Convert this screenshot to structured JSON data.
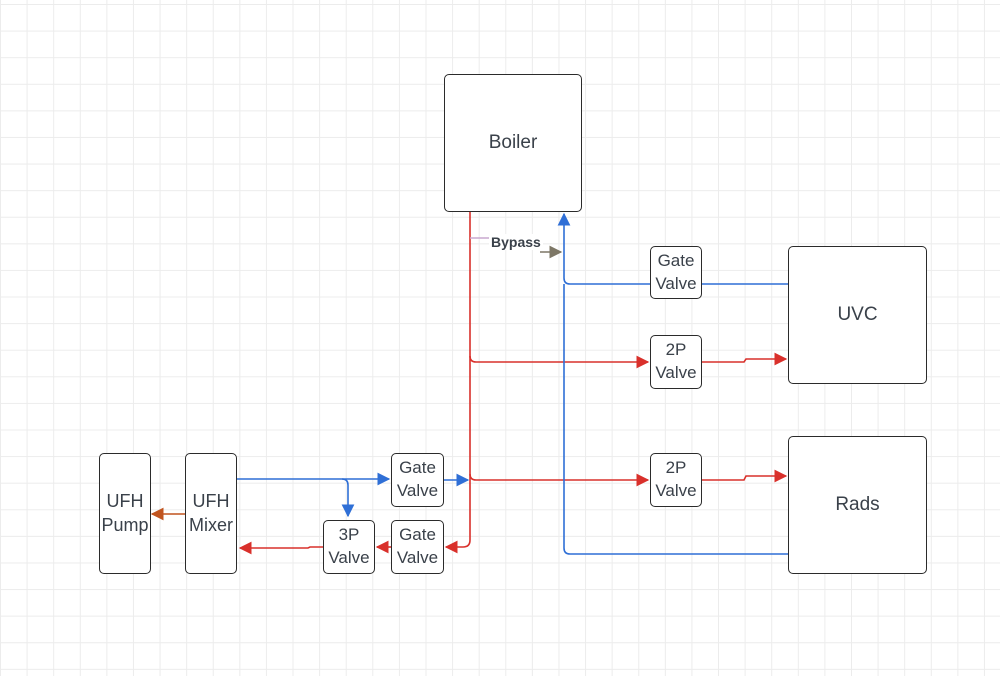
{
  "colors": {
    "supply": "#d9302b",
    "return": "#2f6fd6",
    "bypass": "#7d7766",
    "pump": "#c0541f",
    "box_border": "#2b2b2b"
  },
  "nodes": {
    "boiler": "Boiler",
    "uvc": "UVC",
    "rads": "Rads",
    "ufh_pump": "UFH\nPump",
    "ufh_mixer": "UFH\nMixer",
    "gate_valve_uvc": "Gate\nValve",
    "two_p_valve_uvc": "2P\nValve",
    "two_p_valve_rads": "2P\nValve",
    "gate_valve_ufh_in": "Gate\nValve",
    "gate_valve_ufh_out": "Gate\nValve",
    "three_p_valve": "3P\nValve"
  },
  "labels": {
    "bypass": "Bypass"
  }
}
